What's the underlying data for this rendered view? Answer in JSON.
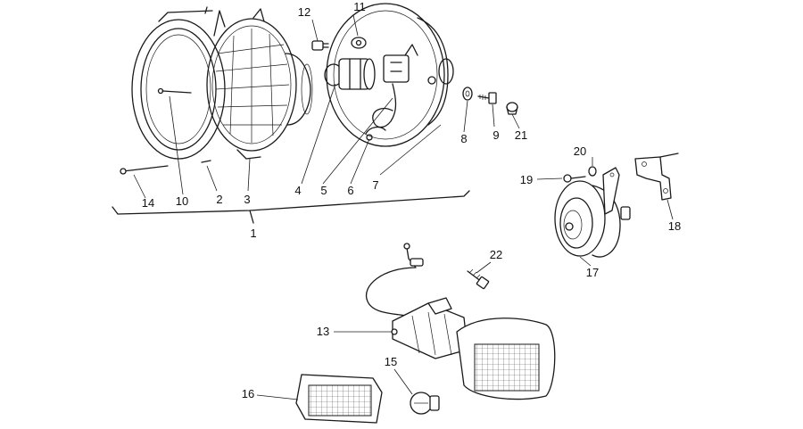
{
  "diagram": {
    "callouts": {
      "c1": "1",
      "c2": "2",
      "c3": "3",
      "c4": "4",
      "c5": "5",
      "c6": "6",
      "c7": "7",
      "c8": "8",
      "c9": "9",
      "c10": "10",
      "c11": "11",
      "c12": "12",
      "c13": "13",
      "c14": "14",
      "c15": "15",
      "c16": "16",
      "c17": "17",
      "c18": "18",
      "c19": "19",
      "c20": "20",
      "c21": "21",
      "c22": "22"
    },
    "colors": {
      "ink": "#1a1a1a",
      "paper": "#ffffff"
    }
  }
}
